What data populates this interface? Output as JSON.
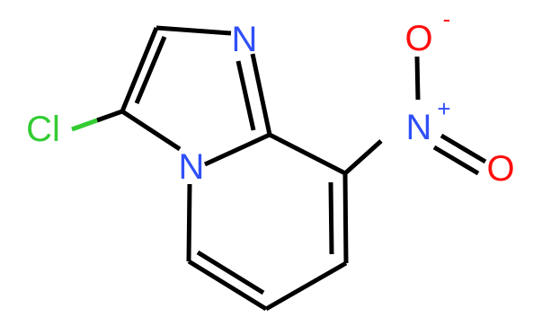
{
  "molecule": {
    "atoms": {
      "chlorine": {
        "symbol": "Cl",
        "color": "#33cc33"
      },
      "imidazole_n": {
        "symbol": "N",
        "color": "#3050f8"
      },
      "bridgehead_n": {
        "symbol": "N",
        "color": "#3050f8"
      },
      "nitro_n": {
        "symbol": "N",
        "charge": "+",
        "color": "#3050f8"
      },
      "nitro_o_top": {
        "symbol": "O",
        "charge": "-",
        "color": "#ff0d0d"
      },
      "nitro_o_right": {
        "symbol": "O",
        "color": "#ff0d0d"
      }
    },
    "bond_color": "#000000"
  }
}
